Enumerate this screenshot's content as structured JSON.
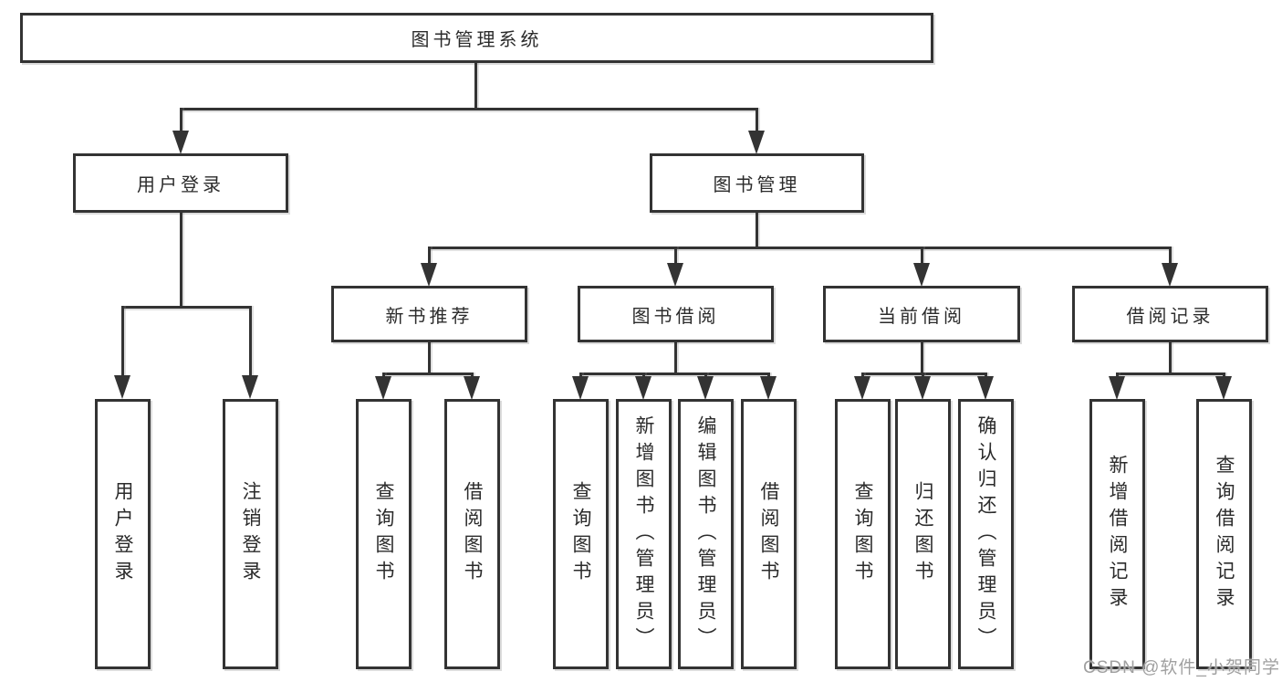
{
  "diagram_title": "图书管理系统",
  "watermark": "CSDN @软件_小贺同学",
  "colors": {
    "line": "#333333",
    "box_border": "#333333",
    "box_background": "#ffffff",
    "text": "#2b2b2b",
    "watermark": "#a0a0a0",
    "page_background": "#ffffff"
  },
  "nodes": {
    "root": "图书管理系统",
    "user_login": "用户登录",
    "book_management": "图书管理",
    "login_leaf": "用户登录",
    "logout_leaf": "注销登录",
    "new_book_rec": "新书推荐",
    "book_borrowing": "图书借阅",
    "current_borrowing": "当前借阅",
    "borrowing_records": "借阅记录",
    "nbr_query_books": "查询图书",
    "nbr_borrow_books": "借阅图书",
    "bb_query_books": "查询图书",
    "bb_add_books": "新增图书（管理员）",
    "bb_edit_books": "编辑图书（管理员）",
    "bb_borrow_books": "借阅图书",
    "cb_query_books": "查询图书",
    "cb_return_books": "归还图书",
    "cb_confirm_return": "确认归还（管理员）",
    "br_add_record": "新增借阅记录",
    "br_query_record": "查询借阅记录"
  },
  "hierarchy": {
    "图书管理系统": {
      "用户登录": [
        "用户登录",
        "注销登录"
      ],
      "图书管理": {
        "新书推荐": [
          "查询图书",
          "借阅图书"
        ],
        "图书借阅": [
          "查询图书",
          "新增图书（管理员）",
          "编辑图书（管理员）",
          "借阅图书"
        ],
        "当前借阅": [
          "查询图书",
          "归还图书",
          "确认归还（管理员）"
        ],
        "借阅记录": [
          "新增借阅记录",
          "查询借阅记录"
        ]
      }
    }
  }
}
